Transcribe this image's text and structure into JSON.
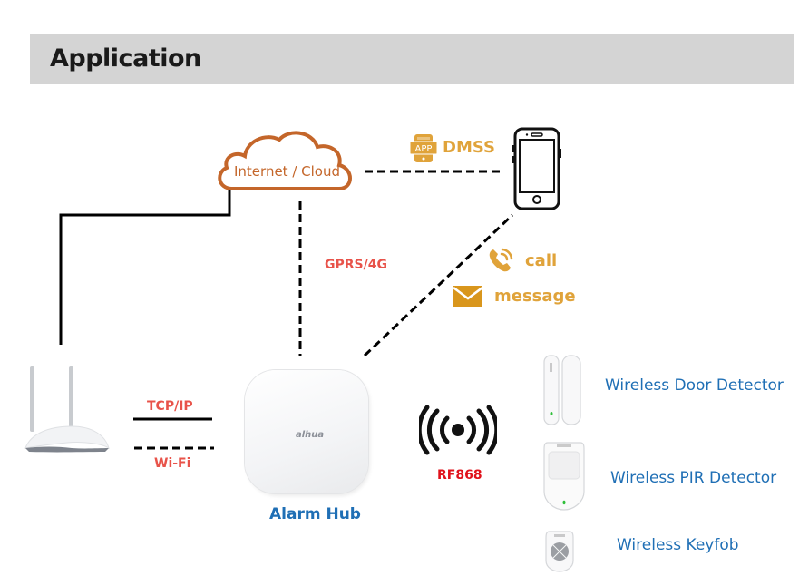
{
  "header": {
    "title": "Application"
  },
  "nodes": {
    "cloud": {
      "label": "Internet / Cloud",
      "icon": "cloud-icon"
    },
    "app": {
      "label": "DMSS",
      "icon": "app-icon",
      "icon_text": "APP"
    },
    "phone": {
      "icon": "smartphone-icon"
    },
    "router": {
      "icon": "wifi-router-icon"
    },
    "hub": {
      "label": "Alarm Hub",
      "icon": "alarm-hub-icon",
      "brand": "alhua"
    },
    "rf": {
      "label": "RF868",
      "icon": "radio-waves-icon"
    }
  },
  "links": {
    "gprs": "GPRS/4G",
    "tcpip": "TCP/IP",
    "wifi": "Wi-Fi",
    "call": "call",
    "message": "message"
  },
  "devices": [
    {
      "label": "Wireless Door Detector",
      "icon": "door-detector-icon"
    },
    {
      "label": "Wireless PIR Detector",
      "icon": "pir-detector-icon"
    },
    {
      "label": "Wireless Keyfob",
      "icon": "keyfob-icon"
    }
  ],
  "colors": {
    "accent_orange": "#e0a33a",
    "cloud_orange": "#c4662a",
    "link_red": "#e8534a",
    "rf_red": "#e0121b",
    "device_blue": "#1f6fb5",
    "header_gray": "#d4d4d4"
  }
}
